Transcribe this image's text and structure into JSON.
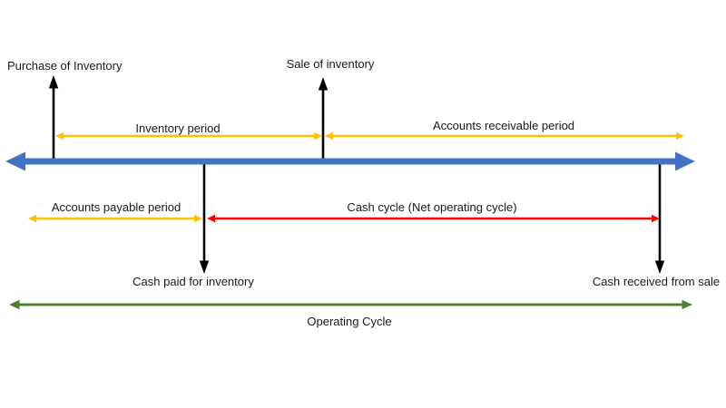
{
  "labels": {
    "purchase": "Purchase of Inventory",
    "sale": "Sale of inventory",
    "inventory_period": "Inventory period",
    "accounts_receivable_period": "Accounts receivable period",
    "accounts_payable_period": "Accounts payable period",
    "cash_cycle": "Cash cycle (Net operating cycle)",
    "cash_paid": "Cash paid for inventory",
    "cash_received": "Cash received from sale",
    "operating_cycle": "Operating Cycle"
  },
  "colors": {
    "timeline": "#4472C4",
    "period": "#FFC000",
    "cash_cycle": "#FF0000",
    "operating": "#548235",
    "event": "#000000",
    "text": "#1A1A1A",
    "background": "#FFFFFF"
  }
}
